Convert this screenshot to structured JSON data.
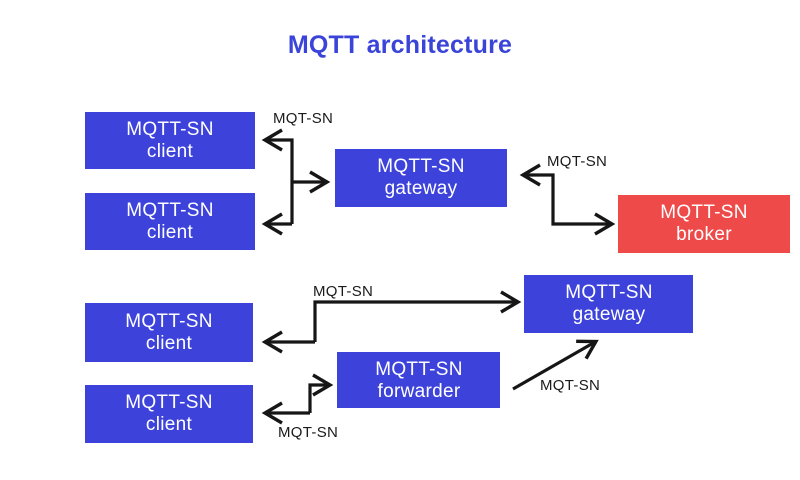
{
  "title": "MQTT architecture",
  "colors": {
    "title_blue": "#3B44D8",
    "node_blue": "#3D43DA",
    "node_red": "#EE4A49",
    "arrow": "#161616",
    "background": "#FFFFFF"
  },
  "nodes": {
    "client_top_1": {
      "line1": "MQTT-SN",
      "line2": "client"
    },
    "client_top_2": {
      "line1": "MQTT-SN",
      "line2": "client"
    },
    "gateway_top": {
      "line1": "MQTT-SN",
      "line2": "gateway"
    },
    "broker": {
      "line1": "MQTT-SN",
      "line2": "broker"
    },
    "client_bottom_1": {
      "line1": "MQTT-SN",
      "line2": "client"
    },
    "client_bottom_2": {
      "line1": "MQTT-SN",
      "line2": "client"
    },
    "forwarder": {
      "line1": "MQTT-SN",
      "line2": "forwarder"
    },
    "gateway_bottom": {
      "line1": "MQTT-SN",
      "line2": "gateway"
    }
  },
  "edge_labels": {
    "clients_to_gateway_top": "MQT-SN",
    "gateway_to_broker": "MQT-SN",
    "client_to_gateway_bottom": "MQT-SN",
    "client_to_forwarder": "MQT-SN",
    "forwarder_to_gateway": "MQT-SN"
  }
}
